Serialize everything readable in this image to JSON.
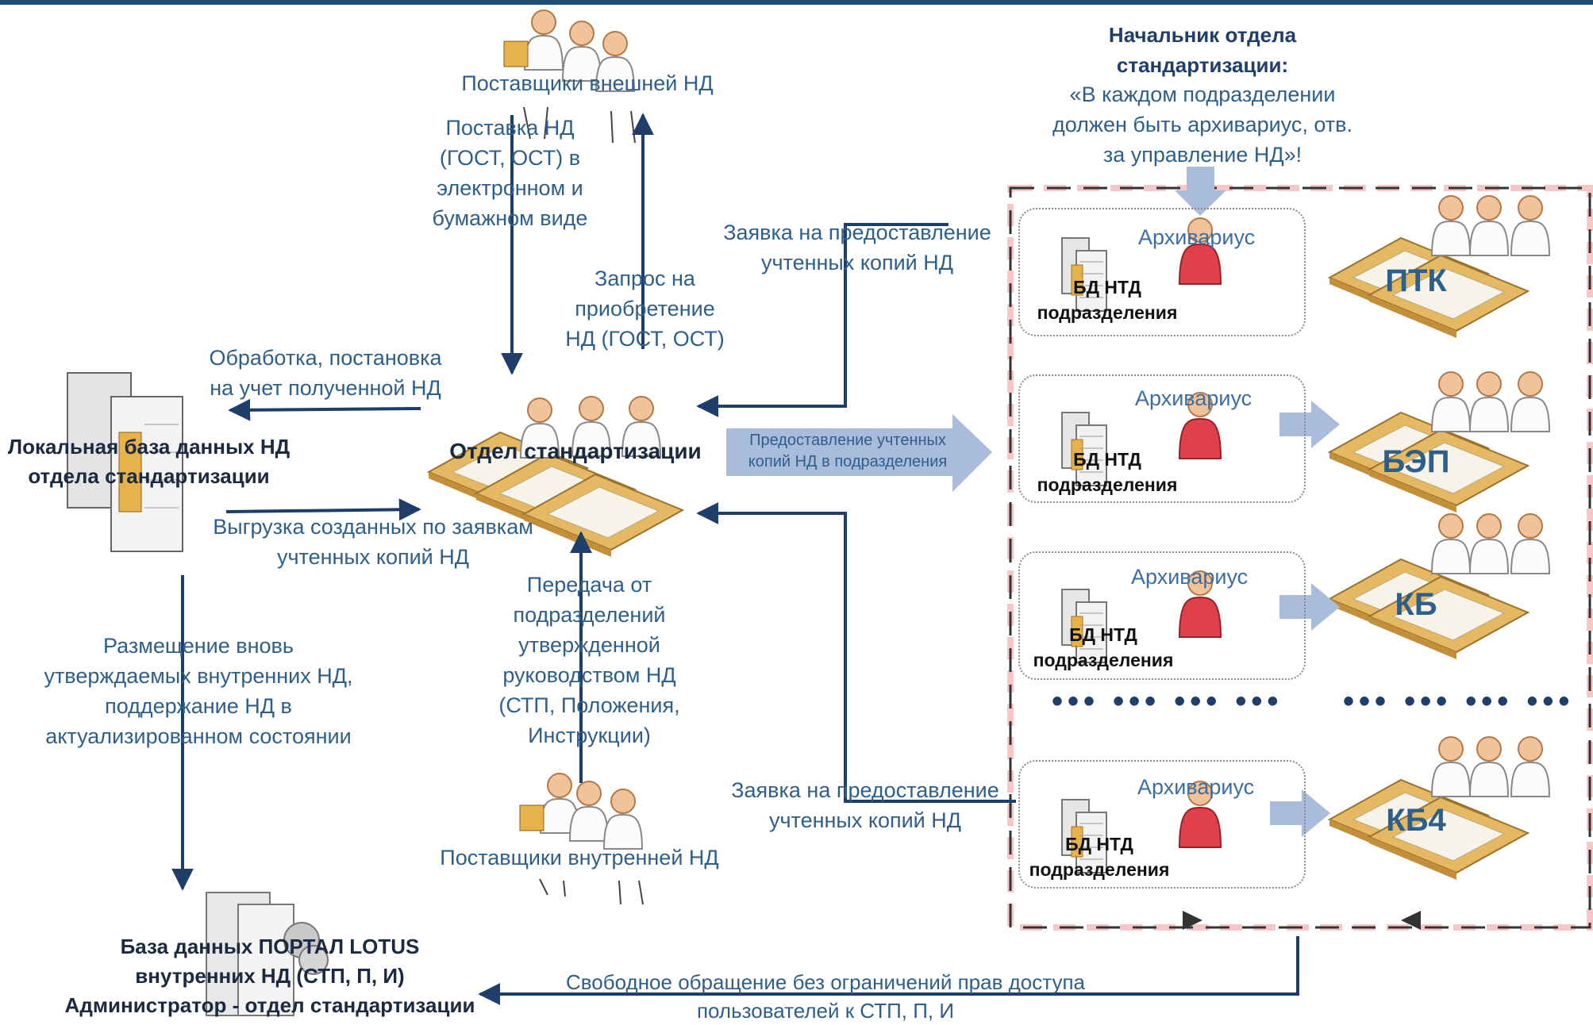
{
  "head_note": {
    "title": "Начальник отдела\nстандартизации:",
    "quote": "«В каждом подразделении\nдолжен быть архивариус, отв.\nза управление НД»!"
  },
  "external_suppliers": {
    "label": "Поставщики внешней НД"
  },
  "supply_nd": {
    "label": "Поставка НД\n(ГОСТ, ОСТ) в\nэлектронном и\nбумажном виде"
  },
  "purchase_request": {
    "label": "Запрос на\nприобретение\nНД (ГОСТ, ОСТ)"
  },
  "request_top": {
    "label": "Заявка на предоставление\nучтенных копий НД"
  },
  "processing": {
    "label": "Обработка, постановка\nна учет полученной НД"
  },
  "local_db": {
    "label": "Локальная база данных НД\nотдела стандартизации"
  },
  "std_dept": {
    "label": "Отдел стандартизации"
  },
  "provide_copies": {
    "label": "Предоставление учтенных\nкопий НД в подразделения"
  },
  "export_copies": {
    "label": "Выгрузка созданных по заявкам\nучтенных копий НД"
  },
  "placement": {
    "label": "Размещение вновь\nутверждаемых внутренних НД,\nподдержание НД в\nактуализированном состоянии"
  },
  "transfer": {
    "label": "Передача от\nподразделений\nутвержденной\nруководством НД\n(СТП, Положения,\nИнструкции)"
  },
  "request_bottom": {
    "label": "Заявка на предоставление\nучтенных копий НД"
  },
  "internal_suppliers": {
    "label": "Поставщики внутренней НД"
  },
  "portal": {
    "label": "База данных ПОРТАЛ LOTUS\nвнутренних НД (СТП, П, И)\nАдминистратор - отдел стандартизации"
  },
  "free_access": {
    "label": "Свободное обращение без ограничений прав доступа\nпользователей к СТП, П, И"
  },
  "units": [
    {
      "archivist": "Архивариус",
      "db": "БД НТД\nподразделения",
      "dept": "ПТК"
    },
    {
      "archivist": "Архивариус",
      "db": "БД НТД\nподразделения",
      "dept": "БЭП"
    },
    {
      "archivist": "Архивариус",
      "db": "БД НТД\nподразделения",
      "dept": "КБ"
    },
    {
      "archivist": "Архивариус",
      "db": "БД НТД\nподразделения",
      "dept": "КБ4"
    }
  ],
  "ellipsis": {
    "left": "••• ••• ••• •••",
    "right": "••• ••• ••• •••"
  },
  "colors": {
    "arrow": "#1f3f6a",
    "label": "#2e5f8a",
    "frame_red": "#e85a5a",
    "dept": "#2e5f8a"
  }
}
